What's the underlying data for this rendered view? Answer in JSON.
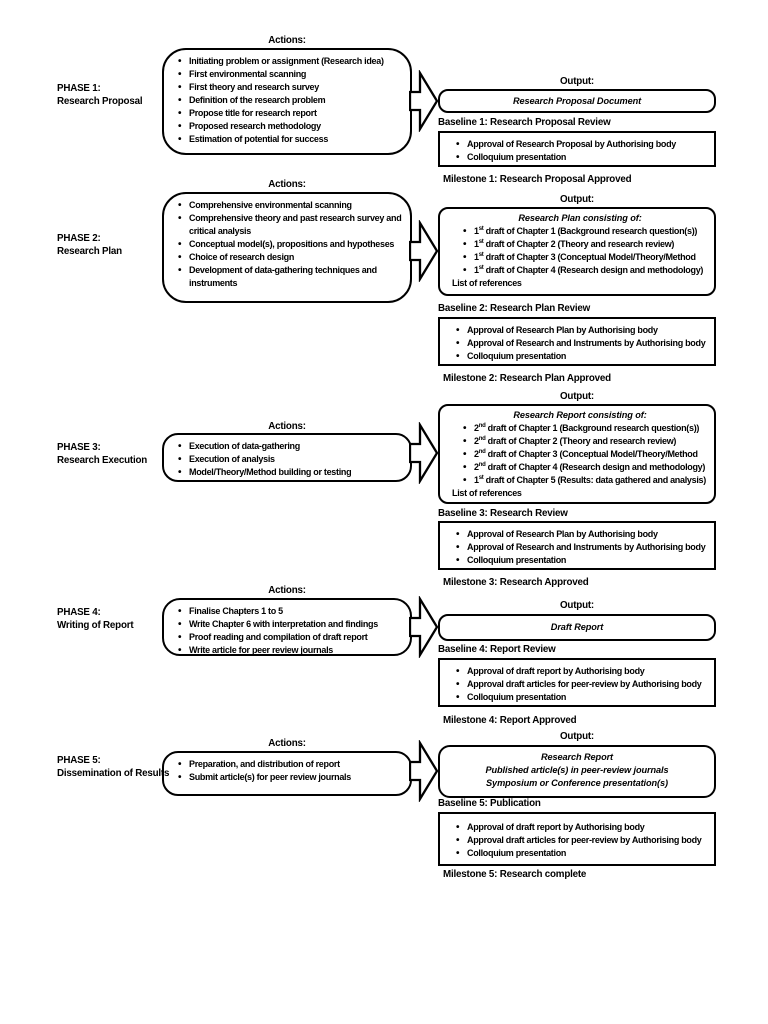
{
  "labels": {
    "actions": "Actions:",
    "output": "Output:"
  },
  "colors": {
    "ink": "#000000",
    "paper": "#ffffff"
  },
  "phases": [
    {
      "name_line1": "PHASE 1:",
      "name_line2": "Research Proposal",
      "actions": [
        "Initiating problem or assignment (Research idea)",
        "First environmental scanning",
        "First theory and research survey",
        "Definition of the research problem",
        "Propose title for research report",
        "Proposed research methodology",
        "Estimation of potential for success"
      ],
      "output": {
        "heading": "Research Proposal Document"
      },
      "baseline": {
        "title": "Baseline 1: Research Proposal Review",
        "items": [
          "Approval of Research Proposal by Authorising body",
          "Colloquium presentation"
        ]
      },
      "milestone": "Milestone 1: Research Proposal Approved"
    },
    {
      "name_line1": "PHASE 2:",
      "name_line2": "Research Plan",
      "actions": [
        "Comprehensive environmental scanning",
        "Comprehensive theory and past research survey and critical analysis",
        "Conceptual model(s), propositions and hypotheses",
        "Choice of research design",
        "Development of data-gathering techniques and instruments"
      ],
      "output": {
        "heading": "Research Plan consisting of:",
        "bullets": [
          "1<sup>st</sup> draft of Chapter 1 (Background research question(s))",
          "1<sup>st</sup> draft of Chapter 2 (Theory and research review)",
          "1<sup>st</sup> draft of Chapter 3 (Conceptual Model/Theory/Method",
          "1<sup>st</sup> draft of Chapter 4 (Research design and methodology)"
        ],
        "footer": "List of references"
      },
      "baseline": {
        "title": "Baseline 2: Research Plan Review",
        "items": [
          "Approval of Research Plan by Authorising body",
          "Approval of Research and Instruments by Authorising body",
          "Colloquium presentation"
        ]
      },
      "milestone": "Milestone 2: Research Plan Approved"
    },
    {
      "name_line1": "PHASE 3:",
      "name_line2": "Research Execution",
      "actions": [
        "Execution of data-gathering",
        "Execution of analysis",
        "Model/Theory/Method building or testing"
      ],
      "output": {
        "heading": "Research Report consisting of:",
        "bullets": [
          "2<sup>nd</sup> draft of Chapter 1 (Background research question(s))",
          "2<sup>nd</sup> draft of Chapter 2 (Theory and research review)",
          "2<sup>nd</sup> draft of Chapter 3 (Conceptual Model/Theory/Method",
          "2<sup>nd</sup> draft of Chapter 4 (Research design and methodology)",
          "1<sup>st</sup> draft of Chapter 5 (Results: data gathered and analysis)"
        ],
        "footer": "List of references"
      },
      "baseline": {
        "title": "Baseline 3: Research Review",
        "items": [
          "Approval of Research Plan by Authorising body",
          "Approval of Research and Instruments by Authorising body",
          "Colloquium presentation"
        ]
      },
      "milestone": "Milestone 3: Research Approved"
    },
    {
      "name_line1": "PHASE 4:",
      "name_line2": "Writing of Report",
      "actions": [
        "Finalise Chapters 1 to 5",
        "Write Chapter 6 with interpretation and findings",
        "Proof reading and compilation of draft report",
        "Write article for peer review journals"
      ],
      "output": {
        "heading": "Draft Report"
      },
      "baseline": {
        "title": "Baseline 4: Report Review",
        "items": [
          "Approval of draft report by Authorising body",
          "Approval draft articles for peer-review by Authorising body",
          "Colloquium presentation"
        ]
      },
      "milestone": "Milestone 4: Report Approved"
    },
    {
      "name_line1": "PHASE 5:",
      "name_line2": "Dissemination of Results",
      "actions": [
        "Preparation, and distribution of report",
        "Submit article(s) for peer review journals"
      ],
      "output": {
        "lines": [
          "Research Report",
          "Published article(s) in peer-review journals",
          "Symposium or Conference presentation(s)"
        ]
      },
      "baseline": {
        "title": "Baseline 5: Publication",
        "items": [
          "Approval of draft report by Authorising body",
          "Approval draft articles for peer-review by Authorising body",
          "Colloquium presentation"
        ]
      },
      "milestone": "Milestone 5: Research complete"
    }
  ]
}
